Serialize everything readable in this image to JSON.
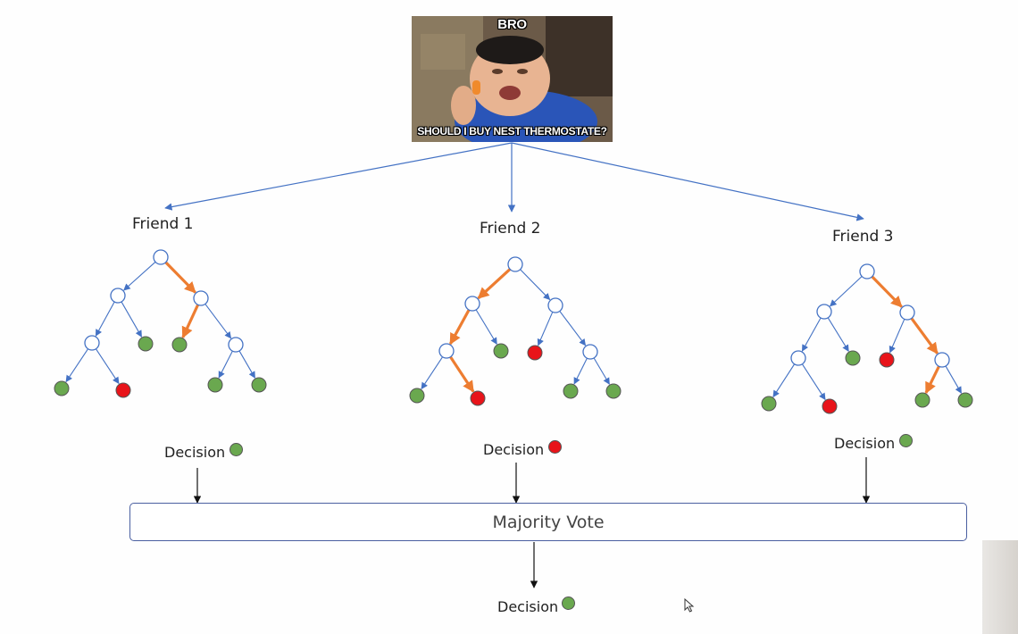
{
  "meme": {
    "top_text": "BRO",
    "bottom_text": "SHOULD I BUY NEST THERMOSTATE?"
  },
  "friends": [
    {
      "label": "Friend 1",
      "decision_label": "Decision",
      "decision_color": "green"
    },
    {
      "label": "Friend 2",
      "decision_label": "Decision",
      "decision_color": "red"
    },
    {
      "label": "Friend 3",
      "decision_label": "Decision",
      "decision_color": "green"
    }
  ],
  "majority_vote": {
    "label": "Majority Vote"
  },
  "final": {
    "decision_label": "Decision",
    "decision_color": "green"
  },
  "colors": {
    "green": "#6aa84f",
    "red": "#e8141a",
    "edge": "#4472c4",
    "path": "#ed7d31",
    "box_border": "#4a5fa0"
  }
}
